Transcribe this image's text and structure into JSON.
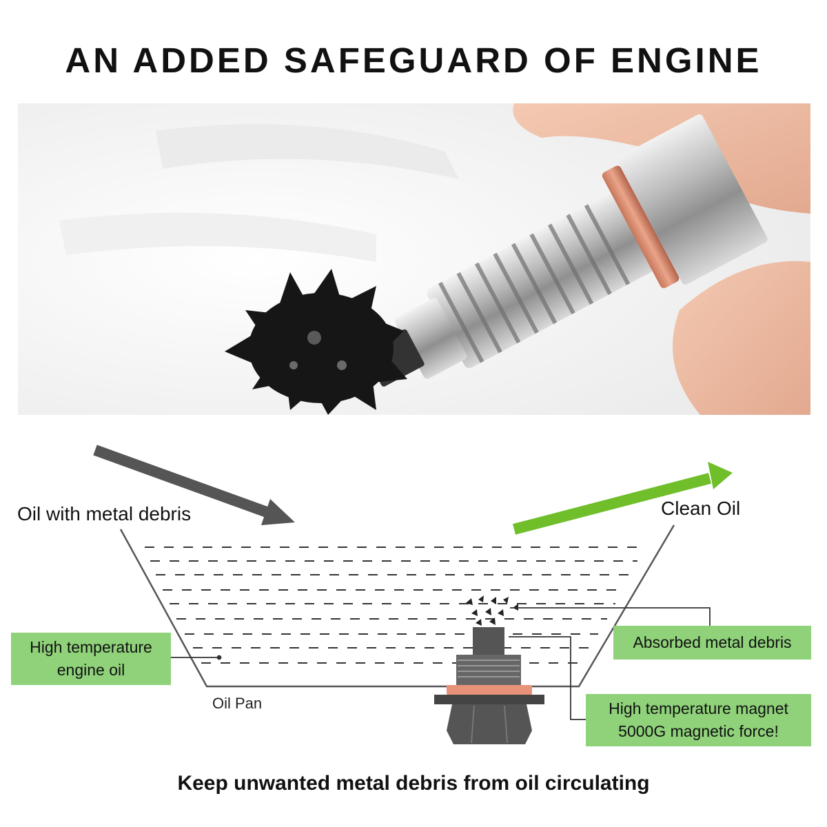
{
  "headline": "AN ADDED SAFEGUARD OF ENGINE",
  "photo": {
    "icons": [
      "magnetic-drain-plug-photo",
      "fingers",
      "metal-debris-cluster"
    ]
  },
  "diagram": {
    "inflow_label": "Oil with metal debris",
    "outflow_label": "Clean Oil",
    "pan_label": "Oil Pan",
    "callouts": {
      "oil": [
        "High temperature",
        "engine oil"
      ],
      "debris": "Absorbed metal debris",
      "magnet": [
        "High temperature magnet",
        "5000G magnetic force!"
      ]
    },
    "colors": {
      "inflow_arrow": "#555555",
      "outflow_arrow": "#6fbe2a",
      "callout_fill": "#8fd27a",
      "washer": "#e8927a",
      "plug": "#555555"
    }
  },
  "footer": "Keep unwanted metal debris from oil circulating"
}
